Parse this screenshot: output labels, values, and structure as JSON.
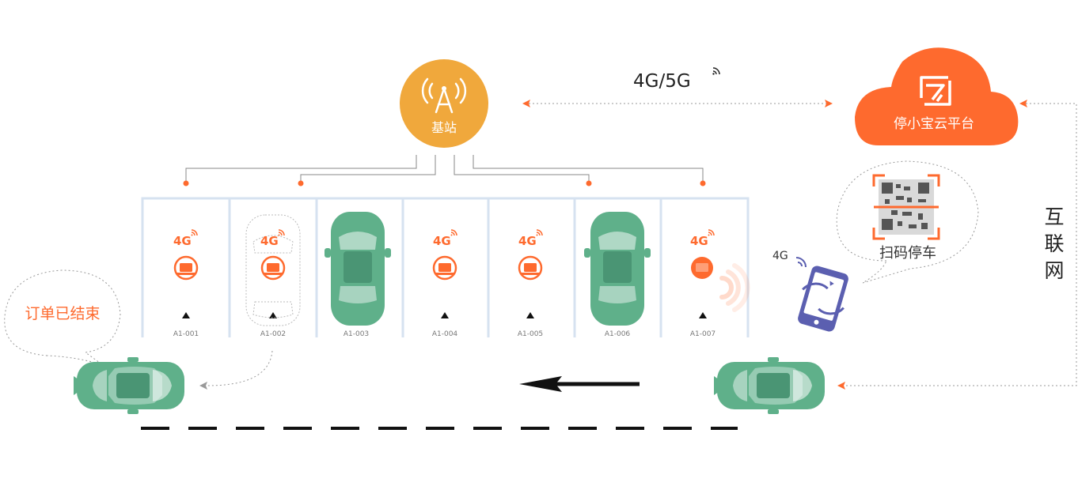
{
  "base_station": {
    "label": "基站"
  },
  "signal": {
    "label": "4G/5G"
  },
  "cloud": {
    "label": "停小宝云平台"
  },
  "internet": {
    "label": "互联网"
  },
  "scan": {
    "label": "扫码停车"
  },
  "order": {
    "label": "订单已结束"
  },
  "phone": {
    "signal_label": "4G"
  },
  "slots": [
    {
      "id": "A1-001",
      "signal": "4G",
      "state": "free"
    },
    {
      "id": "A1-002",
      "signal": "4G",
      "state": "leaving"
    },
    {
      "id": "A1-003",
      "signal": "",
      "state": "occupied"
    },
    {
      "id": "A1-004",
      "signal": "4G",
      "state": "free"
    },
    {
      "id": "A1-005",
      "signal": "4G",
      "state": "free"
    },
    {
      "id": "A1-006",
      "signal": "",
      "state": "occupied"
    },
    {
      "id": "A1-007",
      "signal": "4G",
      "state": "active"
    }
  ],
  "colors": {
    "orange": "#fe6a2e",
    "base": "#f0a83c",
    "car": "#5fb08a",
    "lot": "#d6e2f0",
    "phone": "#5b5fb0"
  }
}
